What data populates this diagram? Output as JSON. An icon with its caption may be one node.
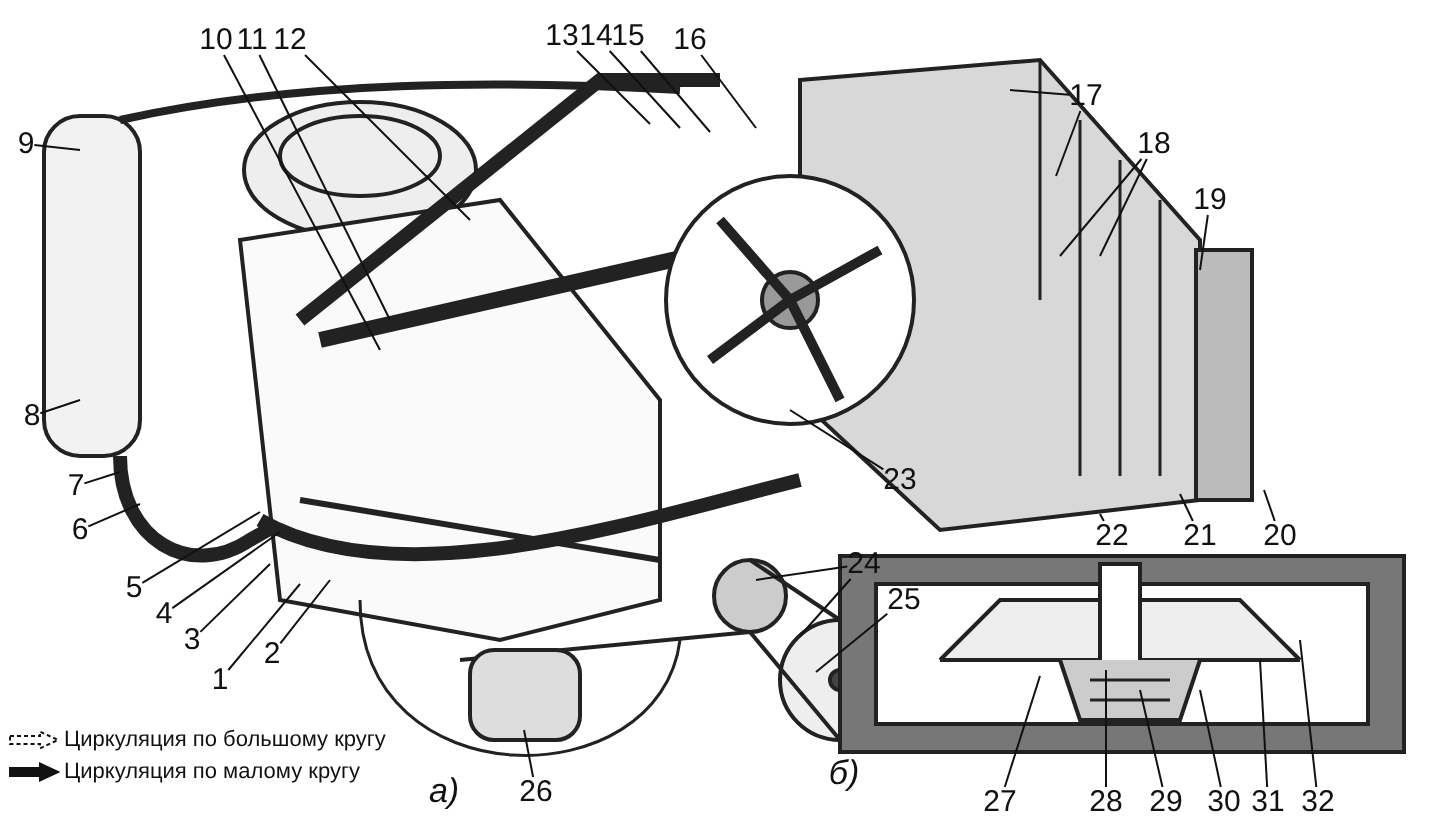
{
  "diagram": {
    "nodes": [
      {
        "text": [
          "1"
        ]
      },
      {
        "text": [
          "2"
        ]
      },
      {
        "text": [
          "3"
        ]
      },
      {
        "text": [
          "4"
        ]
      },
      {
        "text": [
          "5"
        ]
      },
      {
        "text": [
          "6"
        ]
      },
      {
        "text": [
          "7"
        ]
      },
      {
        "text": [
          "8"
        ]
      },
      {
        "text": [
          "9"
        ]
      },
      {
        "text": [
          "10"
        ]
      },
      {
        "text": [
          "11"
        ]
      },
      {
        "text": [
          "12"
        ]
      },
      {
        "text": [
          "13"
        ]
      },
      {
        "text": [
          "14"
        ]
      },
      {
        "text": [
          "15"
        ]
      },
      {
        "text": [
          "16"
        ]
      },
      {
        "text": [
          "17"
        ]
      },
      {
        "text": [
          "18"
        ]
      },
      {
        "text": [
          "19"
        ]
      },
      {
        "text": [
          "20"
        ]
      },
      {
        "text": [
          "21"
        ]
      },
      {
        "text": [
          "22"
        ]
      },
      {
        "text": [
          "23"
        ]
      },
      {
        "text": [
          "24"
        ]
      },
      {
        "text": [
          "25"
        ]
      },
      {
        "text": [
          "26"
        ]
      },
      {
        "text": [
          "27"
        ]
      },
      {
        "text": [
          "28"
        ]
      },
      {
        "text": [
          "29"
        ]
      },
      {
        "text": [
          "30"
        ]
      },
      {
        "text": [
          "31"
        ]
      },
      {
        "text": [
          "32"
        ]
      }
    ],
    "edges": [
      {
        "from": 0,
        "to": null,
        "arrow": "none"
      },
      {
        "from": 1,
        "to": null,
        "arrow": "none"
      },
      {
        "from": 2,
        "to": null,
        "arrow": "none"
      },
      {
        "from": 3,
        "to": null,
        "arrow": "none"
      },
      {
        "from": 4,
        "to": null,
        "arrow": "none"
      },
      {
        "from": 5,
        "to": null,
        "arrow": "none"
      },
      {
        "from": 6,
        "to": null,
        "arrow": "none"
      },
      {
        "from": 7,
        "to": null,
        "arrow": "none"
      },
      {
        "from": 8,
        "to": null,
        "arrow": "none"
      },
      {
        "from": 9,
        "to": null,
        "arrow": "none"
      },
      {
        "from": 10,
        "to": null,
        "arrow": "none"
      },
      {
        "from": 11,
        "to": null,
        "arrow": "none"
      },
      {
        "from": 12,
        "to": null,
        "arrow": "none"
      },
      {
        "from": 13,
        "to": null,
        "arrow": "none"
      },
      {
        "from": 14,
        "to": null,
        "arrow": "none"
      },
      {
        "from": 15,
        "to": null,
        "arrow": "none"
      },
      {
        "from": 16,
        "to": null,
        "arrow": "none"
      },
      {
        "from": 16,
        "to": null,
        "arrow": "none"
      },
      {
        "from": 17,
        "to": null,
        "arrow": "none"
      },
      {
        "from": 17,
        "to": null,
        "arrow": "none"
      },
      {
        "from": 18,
        "to": null,
        "arrow": "none"
      },
      {
        "from": 19,
        "to": null,
        "arrow": "none"
      },
      {
        "from": 20,
        "to": null,
        "arrow": "none"
      },
      {
        "from": 21,
        "to": null,
        "arrow": "none"
      },
      {
        "from": 22,
        "to": null,
        "arrow": "none"
      },
      {
        "from": 23,
        "to": null,
        "arrow": "none"
      },
      {
        "from": 23,
        "to": null,
        "arrow": "none"
      },
      {
        "from": 24,
        "to": null,
        "arrow": "none"
      },
      {
        "from": 25,
        "to": null,
        "arrow": "none"
      },
      {
        "from": 26,
        "to": null,
        "arrow": "none"
      },
      {
        "from": 27,
        "to": null,
        "arrow": "none"
      },
      {
        "from": 28,
        "to": null,
        "arrow": "none"
      },
      {
        "from": 29,
        "to": null,
        "arrow": "none"
      },
      {
        "from": 30,
        "to": null,
        "arrow": "none"
      },
      {
        "from": 31,
        "to": null,
        "arrow": "none"
      }
    ],
    "labels": [
      "а)",
      "б)"
    ],
    "legend": [
      {
        "text": "Циркуляция по большому кругу"
      },
      {
        "text": "Циркуляция по малому кругу"
      }
    ]
  }
}
